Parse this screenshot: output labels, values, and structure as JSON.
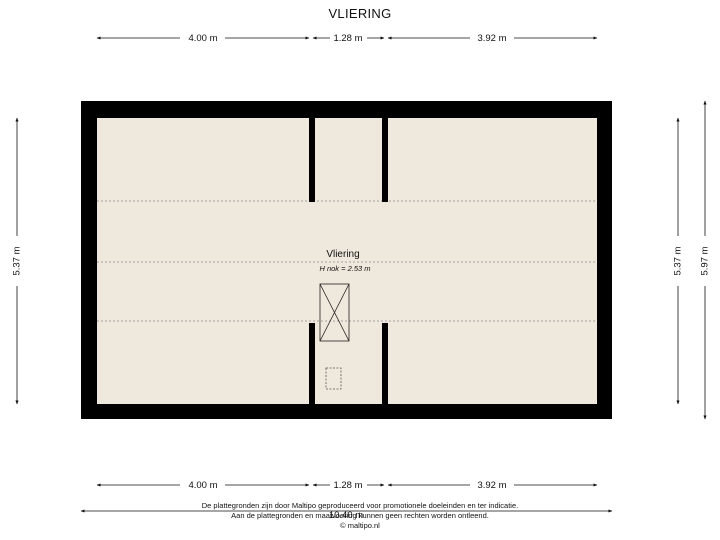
{
  "header": {
    "title": "VLIERING"
  },
  "room": {
    "name": "Vliering",
    "ridge_height": "H nok = 2.53 m"
  },
  "dimensions": {
    "top_left": "4.00 m",
    "top_middle": "1.28 m",
    "top_right": "3.92 m",
    "bottom_left": "4.00 m",
    "bottom_middle": "1.28 m",
    "bottom_right": "3.92 m",
    "bottom_total": "10.40 m",
    "left_height": "5.37 m",
    "right_inner_height": "5.37 m",
    "right_outer_height": "5.97 m"
  },
  "footer": {
    "line1": "De plattegronden zijn door Maltipo geproduceerd voor promotionele doeleinden en ter indicatie.",
    "line2": "Aan de plattegronden en maatvoering kunnen geen rechten worden ontleend.",
    "line3": "© maltipo.nl"
  },
  "colors": {
    "wall": "#000000",
    "floor": "#efe8dc",
    "line": "#111111"
  }
}
